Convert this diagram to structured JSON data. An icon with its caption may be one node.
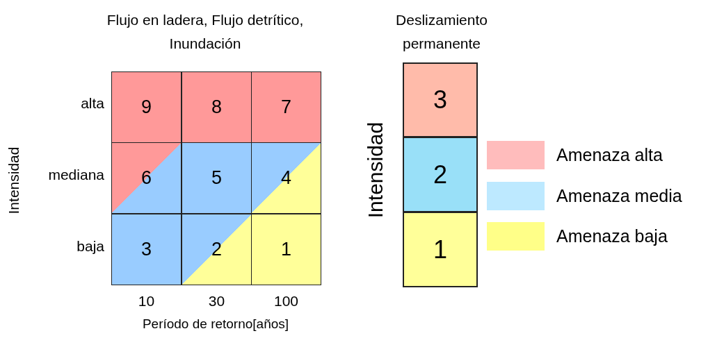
{
  "diagram": {
    "nodes": [
      {
        "text": [
          "9"
        ]
      },
      {
        "text": [
          "8"
        ]
      },
      {
        "text": [
          "7"
        ]
      },
      {
        "text": [
          "6"
        ]
      },
      {
        "text": [
          "5"
        ]
      },
      {
        "text": [
          "4"
        ]
      },
      {
        "text": [
          "3"
        ]
      },
      {
        "text": [
          "2"
        ]
      },
      {
        "text": [
          "1"
        ]
      },
      {
        "text": [
          "3"
        ]
      },
      {
        "text": [
          "2"
        ]
      },
      {
        "text": [
          "1"
        ]
      }
    ],
    "labels": [
      "Flujo en ladera, Flujo detrítico, Inundación",
      "Deslizamiento permanente",
      "Intensidad",
      "alta",
      "mediana",
      "baja",
      "10",
      "30",
      "100",
      "Período de retorno[años]",
      "Intensidad"
    ],
    "legend": [
      {
        "text": "Amenaza alta",
        "color": "#ffbcbc"
      },
      {
        "text": "Amenaza media",
        "color": "#bde9ff"
      },
      {
        "text": "Amenaza baja",
        "color": "#ffff88"
      }
    ]
  }
}
